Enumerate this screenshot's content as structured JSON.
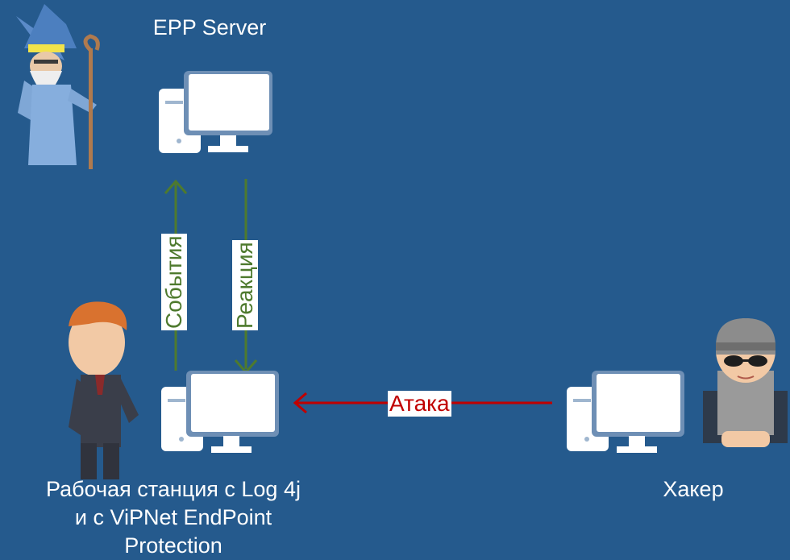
{
  "nodes": {
    "server": {
      "label": "EPP Server"
    },
    "workstation": {
      "label_lines": [
        "Рабочая станция с Log 4j",
        "и с ViPNet EndPoint",
        "Protection"
      ]
    },
    "hacker": {
      "label": "Хакер"
    }
  },
  "edges": {
    "events": {
      "label": "События",
      "color": "#4E7A2E"
    },
    "reaction": {
      "label": "Реакция",
      "color": "#4E7A2E"
    },
    "attack": {
      "label": "Атака",
      "color": "#C00000"
    }
  },
  "colors": {
    "background": "#255A8D",
    "computer": "#FFFFFF",
    "computer_shadow": "#6E8FB5"
  },
  "icons": [
    "wizard-figure",
    "businessman-figure",
    "hacker-figure",
    "computer-icon"
  ]
}
